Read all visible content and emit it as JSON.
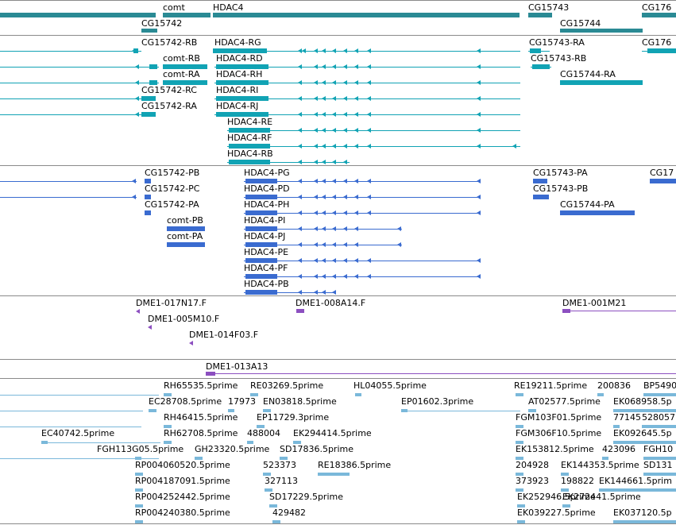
{
  "colors": {
    "gene": "#2a8a94",
    "mrna": "#11a3b4",
    "cds": "#3a6bd0",
    "clone": "#8c4fc0",
    "est": "#7ab8da",
    "separator": "#8a8a8a"
  },
  "tracks": [
    {
      "id": "genes",
      "color": "gene",
      "features": [
        {
          "label": "comt"
        },
        {
          "label": "HDAC4"
        },
        {
          "label": "CG15742"
        },
        {
          "label": "CG15743"
        },
        {
          "label": "CG15744"
        },
        {
          "label": "CG176"
        }
      ]
    },
    {
      "id": "transcripts",
      "color": "mrna",
      "features": [
        {
          "label": "CG15742-RB"
        },
        {
          "label": "HDAC4-RG"
        },
        {
          "label": "CG15743-RA"
        },
        {
          "label": "CG176"
        },
        {
          "label": "comt-RB"
        },
        {
          "label": "HDAC4-RD"
        },
        {
          "label": "CG15743-RB"
        },
        {
          "label": "comt-RA"
        },
        {
          "label": "HDAC4-RH"
        },
        {
          "label": "CG15744-RA"
        },
        {
          "label": "CG15742-RC"
        },
        {
          "label": "HDAC4-RI"
        },
        {
          "label": "CG15742-RA"
        },
        {
          "label": "HDAC4-RJ"
        },
        {
          "label": "HDAC4-RE"
        },
        {
          "label": "HDAC4-RF"
        },
        {
          "label": "HDAC4-RB"
        }
      ]
    },
    {
      "id": "cds",
      "color": "cds",
      "features": [
        {
          "label": "CG15742-PB"
        },
        {
          "label": "HDAC4-PG"
        },
        {
          "label": "CG15743-PA"
        },
        {
          "label": "CG17"
        },
        {
          "label": "CG15742-PC"
        },
        {
          "label": "HDAC4-PD"
        },
        {
          "label": "CG15743-PB"
        },
        {
          "label": "CG15742-PA"
        },
        {
          "label": "HDAC4-PH"
        },
        {
          "label": "CG15744-PA"
        },
        {
          "label": "comt-PB"
        },
        {
          "label": "HDAC4-PI"
        },
        {
          "label": "comt-PA"
        },
        {
          "label": "HDAC4-PJ"
        },
        {
          "label": "HDAC4-PE"
        },
        {
          "label": "HDAC4-PF"
        },
        {
          "label": "HDAC4-PB"
        }
      ]
    },
    {
      "id": "clones",
      "color": "clone",
      "features": [
        {
          "label": "DME1-017N17.F"
        },
        {
          "label": "DME1-008A14.F"
        },
        {
          "label": "DME1-001M21"
        },
        {
          "label": "DME1-005M10.F"
        },
        {
          "label": "DME1-014F03.F"
        }
      ]
    },
    {
      "id": "clone2",
      "color": "clone",
      "features": [
        {
          "label": "DME1-013A13"
        }
      ]
    },
    {
      "id": "ests",
      "color": "est",
      "features": [
        {
          "label": "RH65535.5prime"
        },
        {
          "label": "RE03269.5prime"
        },
        {
          "label": "HL04055.5prime"
        },
        {
          "label": "RE19211.5prime"
        },
        {
          "label": "200836"
        },
        {
          "label": "BP5490"
        },
        {
          "label": "EC28708.5prime"
        },
        {
          "label": "17973"
        },
        {
          "label": "EN03818.5prime"
        },
        {
          "label": "EP01602.3prime"
        },
        {
          "label": "AT02577.5prime"
        },
        {
          "label": "EK068958.5p"
        },
        {
          "label": "RH46415.5prime"
        },
        {
          "label": "EP11729.3prime"
        },
        {
          "label": "FGM103F01.5prime"
        },
        {
          "label": "77145"
        },
        {
          "label": "528057"
        },
        {
          "label": "EC40742.5prime"
        },
        {
          "label": "RH62708.5prime"
        },
        {
          "label": "488004"
        },
        {
          "label": "EK294414.5prime"
        },
        {
          "label": "FGM306F10.5prime"
        },
        {
          "label": "EK092645.5p"
        },
        {
          "label": "FGH113G05.5prime"
        },
        {
          "label": "GH23320.5prime"
        },
        {
          "label": "SD17836.5prime"
        },
        {
          "label": "EK153812.5prime"
        },
        {
          "label": "423096"
        },
        {
          "label": "FGH10"
        },
        {
          "label": "RP004060520.5prime"
        },
        {
          "label": "523373"
        },
        {
          "label": "RE18386.5prime"
        },
        {
          "label": "204928"
        },
        {
          "label": "EK144353.5prime"
        },
        {
          "label": "SD131"
        },
        {
          "label": "RP004187091.5prime"
        },
        {
          "label": "327113"
        },
        {
          "label": "373923"
        },
        {
          "label": "198822"
        },
        {
          "label": "EK144661.5prim"
        },
        {
          "label": "RP004252442.5prime"
        },
        {
          "label": "SD17229.5prime"
        },
        {
          "label": "EK252946.5prime"
        },
        {
          "label": "EK272441.5prime"
        },
        {
          "label": "RP004240380.5prime"
        },
        {
          "label": "429482"
        },
        {
          "label": "EK039227.5prime"
        },
        {
          "label": "EK037120.5p"
        }
      ]
    }
  ]
}
